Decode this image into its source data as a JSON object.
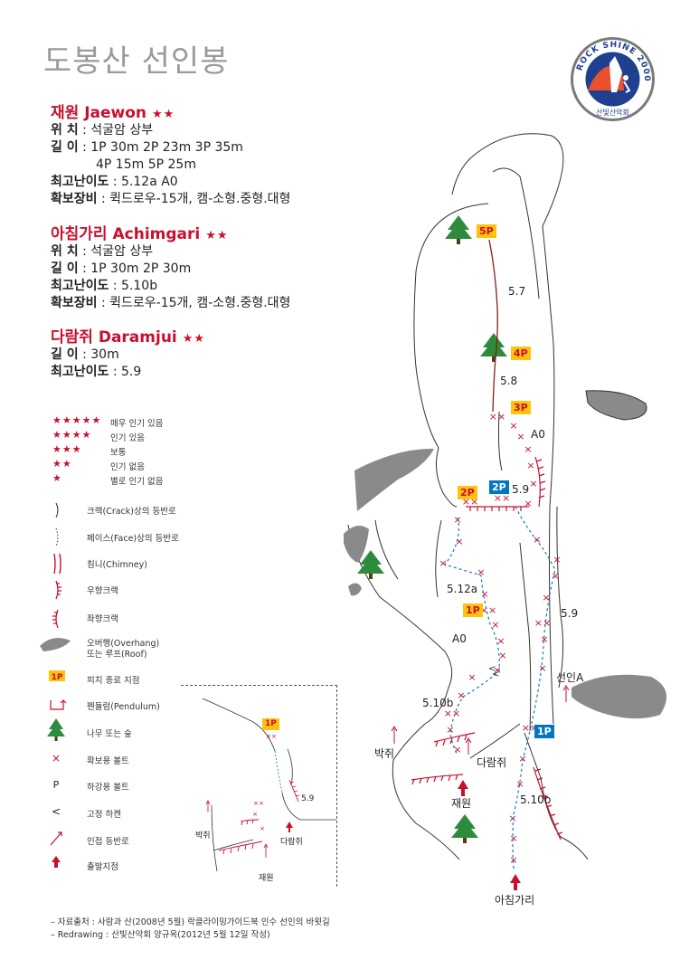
{
  "title": "도봉산 선인봉",
  "logo": {
    "text": "ROCK SHINE 2000",
    "subtext": "산빛산악회"
  },
  "routes": [
    {
      "name": "재원 Jaewon",
      "stars": "★★",
      "rows": [
        {
          "key": "위  치",
          "value": " : 석굴암 상부"
        },
        {
          "key": "길  이",
          "value": " : 1P 30m  2P 23m  3P 35m"
        },
        {
          "key": "",
          "value": "4P 15m  5P 25m"
        },
        {
          "key": "최고난이도",
          "value": " : 5.12a  A0"
        },
        {
          "key": "확보장비",
          "value": " : 퀵드로우-15개, 캠-소형.중형.대형"
        }
      ]
    },
    {
      "name": "아침가리 Achimgari",
      "stars": "★★",
      "rows": [
        {
          "key": "위  치",
          "value": " : 석굴암 상부"
        },
        {
          "key": "길  이",
          "value": " : 1P 30m  2P 30m"
        },
        {
          "key": "최고난이도",
          "value": " : 5.10b"
        },
        {
          "key": "확보장비",
          "value": " : 퀵드로우-15개, 캠-소형.중형.대형"
        }
      ]
    },
    {
      "name": "다람쥐 Daramjui",
      "stars": "★★",
      "rows": [
        {
          "key": "길  이",
          "value": " : 30m"
        },
        {
          "key": "최고난이도",
          "value": " : 5.9"
        }
      ]
    }
  ],
  "legend": {
    "stars": [
      {
        "stars": "★★★★★",
        "label": "매우 인기 있음"
      },
      {
        "stars": "★★★★",
        "label": "인기 있음"
      },
      {
        "stars": "★★★",
        "label": "보통"
      },
      {
        "stars": "★★",
        "label": "인기 없음"
      },
      {
        "stars": "★",
        "label": "별로 인기 없음"
      }
    ],
    "symbols": [
      {
        "icon": "crack-line-icon",
        "label": "크랙(Crack)상의 등반로"
      },
      {
        "icon": "face-line-icon",
        "label": "페이스(Face)상의 등반로"
      },
      {
        "icon": "chimney-icon",
        "label": "침니(Chimney)"
      },
      {
        "icon": "right-crack-icon",
        "label": "우향크랙"
      },
      {
        "icon": "left-crack-icon",
        "label": "좌향크랙"
      },
      {
        "icon": "overhang-icon",
        "label": "오버행(Overhang)",
        "label2": "또는 루프(Roof)"
      },
      {
        "icon": "pitch-marker-icon",
        "label": "피치 종료 지점",
        "marker": "1P"
      },
      {
        "icon": "pendulum-icon",
        "label": "펜듈럼(Pendulum)"
      },
      {
        "icon": "tree-icon",
        "label": "나무 또는 숲"
      },
      {
        "icon": "bolt-icon",
        "label": "확보용 볼트",
        "glyph": "×"
      },
      {
        "icon": "rappel-bolt-icon",
        "label": "하강용 볼트",
        "glyph": "P"
      },
      {
        "icon": "fixed-piton-icon",
        "label": "고정 하켄",
        "glyph": "<"
      },
      {
        "icon": "approach-icon",
        "label": "인접 등반로"
      },
      {
        "icon": "start-arrow-icon",
        "label": "출발지점"
      }
    ]
  },
  "map": {
    "pitches": [
      {
        "label": "5P",
        "style": "y"
      },
      {
        "label": "4P",
        "style": "y"
      },
      {
        "label": "3P",
        "style": "y"
      },
      {
        "label": "2P",
        "style": "y"
      },
      {
        "label": "2P",
        "style": "b"
      },
      {
        "label": "1P",
        "style": "y"
      },
      {
        "label": "1P",
        "style": "b"
      }
    ],
    "grades": [
      "5.7",
      "5.8",
      "A0",
      "5.9",
      "5.12a",
      "5.9",
      "A0",
      "5.10b",
      "5.10b"
    ],
    "labels": {
      "seonin_a": "선인A",
      "bakjwi": "박쥐",
      "daramjwi": "다람쥐",
      "jaewon": "재원",
      "achimgari": "아침가리"
    }
  },
  "inset": {
    "pitch": "1P",
    "grade": "5.9",
    "labels": {
      "bakjwi": "박쥐",
      "daramjwi": "다람쥐",
      "jaewon": "재원"
    }
  },
  "sources": [
    "– 자료출처 : 사람과 산(2008년 5월) 락클라이밍가이드북 인수 선인의 바윗길",
    "– Redrawing : 산빛산악회 양규옥(2012년 5월 12일 작성)"
  ],
  "colors": {
    "red": "#c8102e",
    "pitch_yellow": "#ffc20e",
    "pitch_blue": "#0077c0",
    "route_blue": "#1b75bb",
    "tree": "#2e8b3d",
    "rock": "#8a8a8a"
  }
}
